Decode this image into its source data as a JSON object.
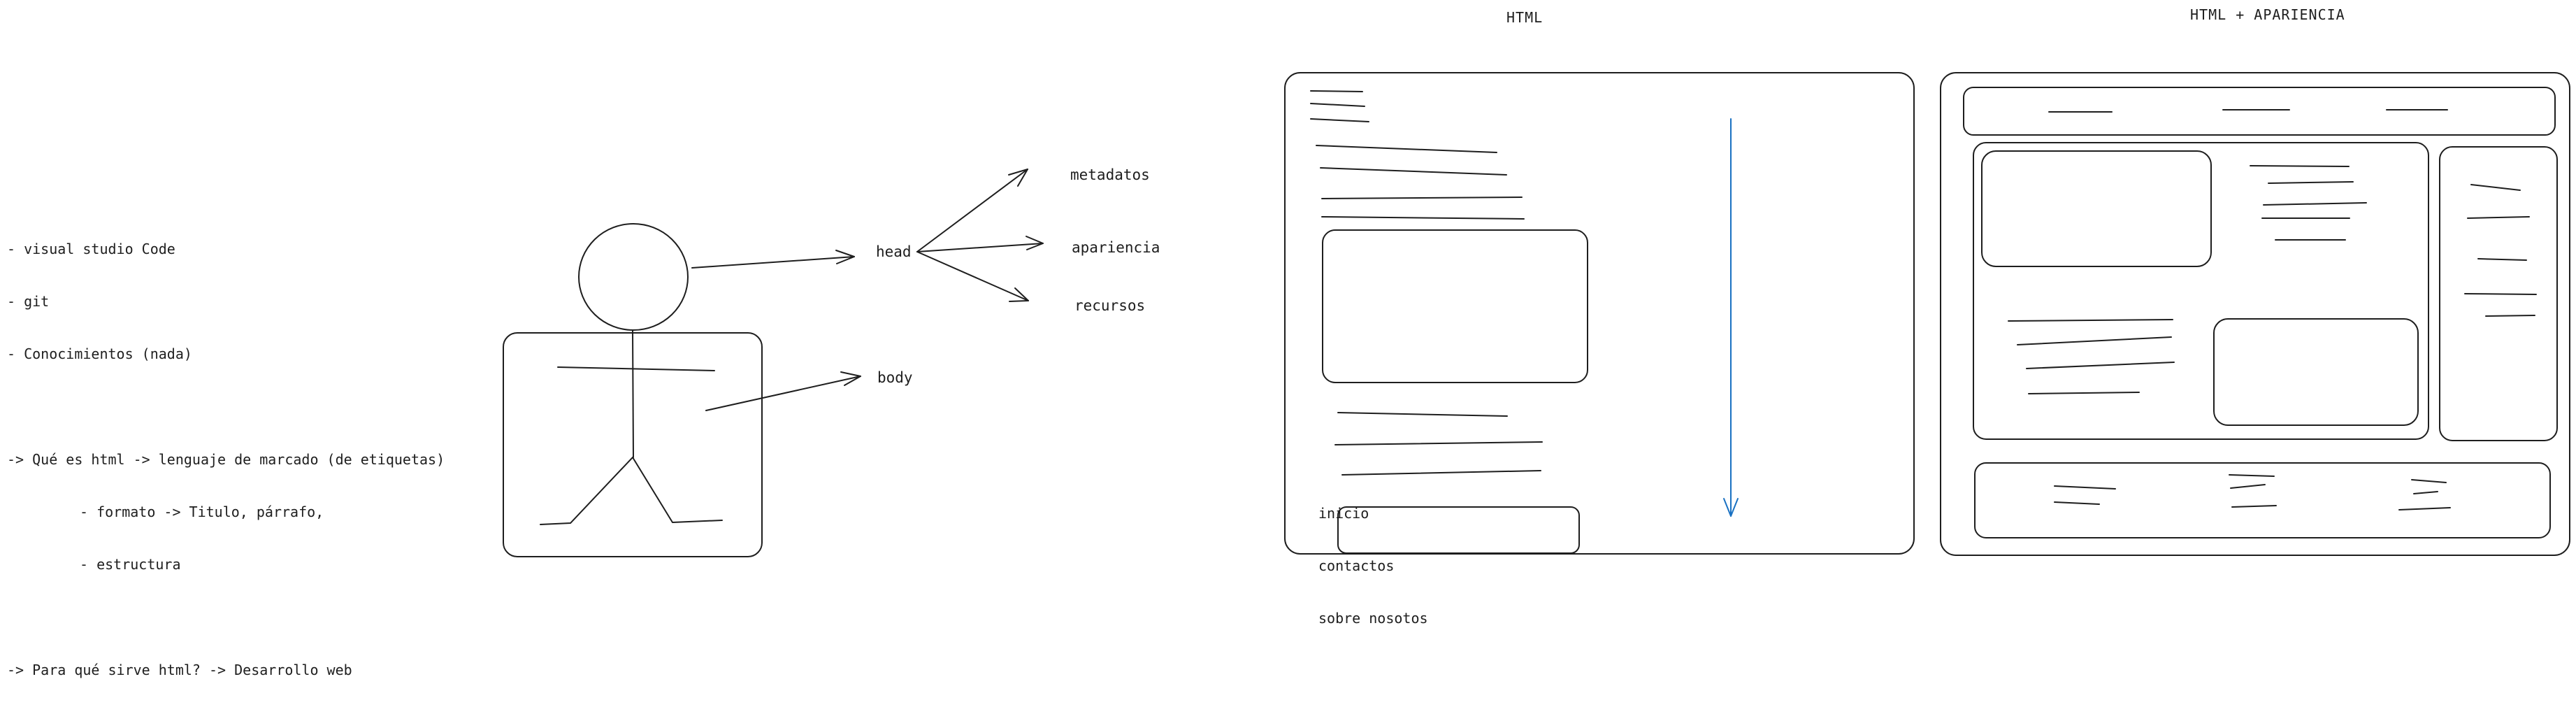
{
  "notes": {
    "tools": [
      "- visual studio Code",
      "- git",
      "- Conocimientos (nada)"
    ],
    "what_is_html": "-> Qué es html -> lenguaje de marcado (de etiquetas)",
    "what_is_html_points": [
      "- formato -> Titulo, párrafo,",
      "- estructura"
    ],
    "what_for": "-> Para qué sirve html? -> Desarrollo web"
  },
  "diagram": {
    "head": "head",
    "body": "body",
    "head_children": [
      "metadatos",
      "apariencia",
      "recursos"
    ]
  },
  "wireframes": {
    "html_title": "HTML",
    "styled_title": "HTML + APARIENCIA"
  },
  "nav_list": [
    "inicio",
    "contactos",
    "sobre nosotos"
  ],
  "colors": {
    "ink": "#1e1e1e",
    "arrow_blue": "#1971c2",
    "background": "#ffffff"
  }
}
